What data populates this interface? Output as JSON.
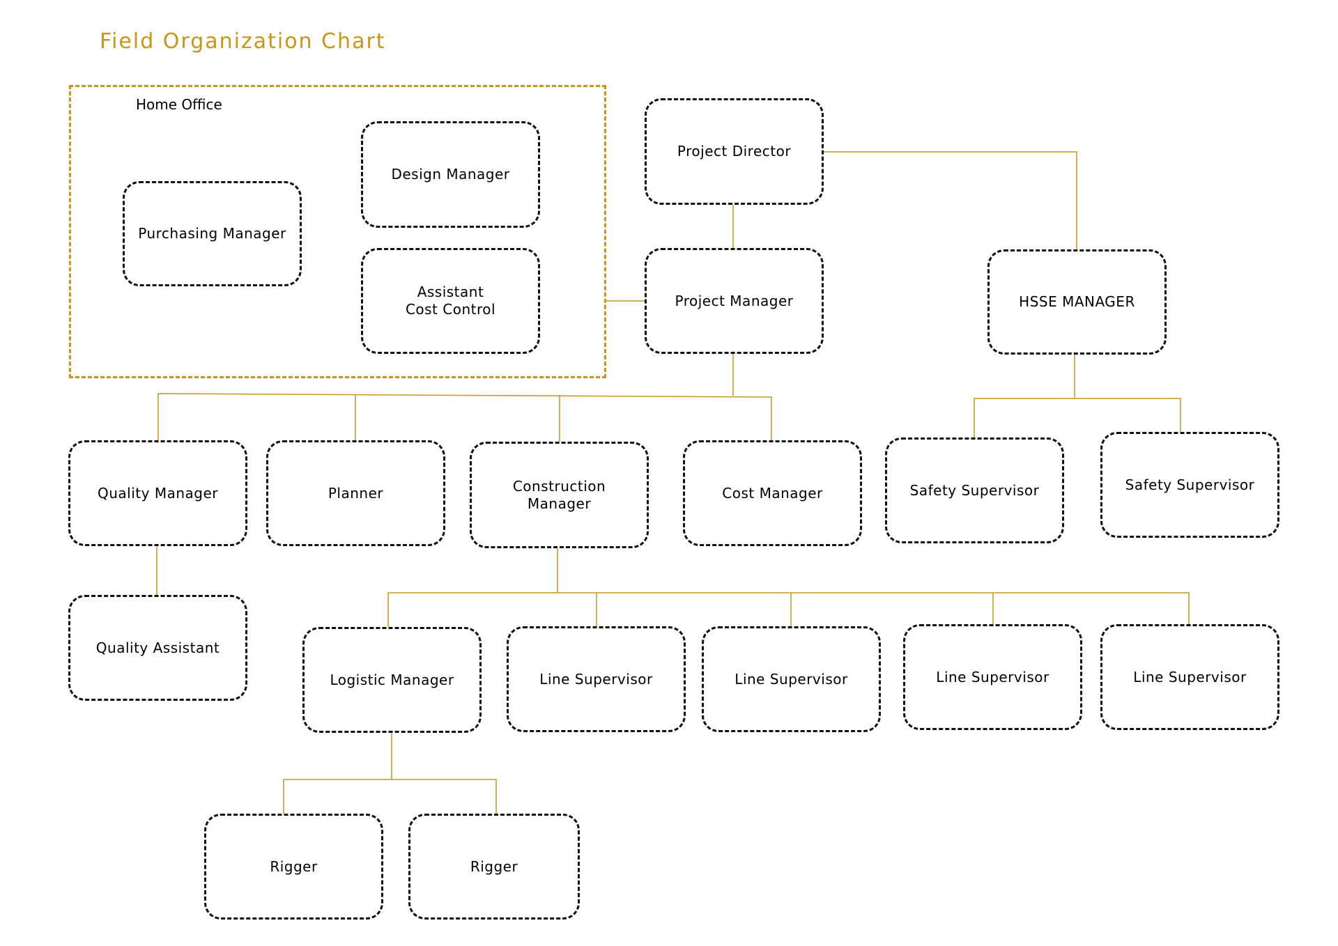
{
  "title": "Field Organization Chart",
  "home_office": {
    "label": "Home Office"
  },
  "nodes": {
    "purchasing_manager": "Purchasing Manager",
    "design_manager": "Design Manager",
    "assistant_cost_control": "Assistant\nCost Control",
    "project_director": "Project Director",
    "project_manager": "Project Manager",
    "hsse_manager": "HSSE MANAGER",
    "quality_manager": "Quality Manager",
    "planner": "Planner",
    "construction_manager": "Construction\nManager",
    "cost_manager": "Cost Manager",
    "safety_supervisor_1": "Safety Supervisor",
    "safety_supervisor_2": "Safety Supervisor",
    "quality_assistant": "Quality Assistant",
    "logistic_manager": "Logistic Manager",
    "line_supervisor_1": "Line Supervisor",
    "line_supervisor_2": "Line Supervisor",
    "line_supervisor_3": "Line Supervisor",
    "line_supervisor_4": "Line Supervisor",
    "rigger_1": "Rigger",
    "rigger_2": "Rigger"
  },
  "colors": {
    "accent": "#C8961A",
    "box_border": "#111111"
  }
}
